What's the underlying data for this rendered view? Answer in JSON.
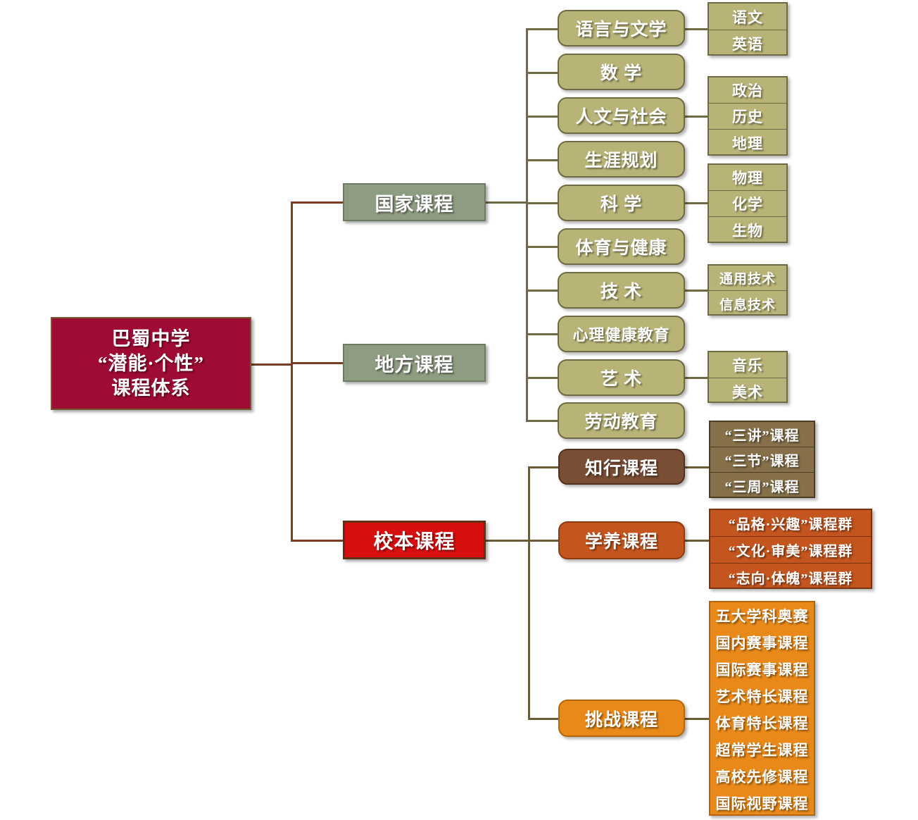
{
  "diagram": {
    "title_lines": [
      "巴蜀中学",
      "“潜能·个性”",
      "课程体系"
    ],
    "root_label": "巴蜀中学\n“潜能·个性”\n课程体系",
    "colors": {
      "root": "#9e0b34",
      "level2_green": "#8e9c82",
      "level2_red": "#d80f0f",
      "category_olive": "#b8b478",
      "category_brown": "#7a4d35",
      "category_rust": "#c4551f",
      "category_orange": "#e8891a",
      "connector": "#7a3c22",
      "connector_olive": "#6f6a43"
    },
    "branches": [
      {
        "id": "national",
        "label": "国家课程"
      },
      {
        "id": "local",
        "label": "地方课程"
      },
      {
        "id": "school",
        "label": "校本课程"
      }
    ],
    "national_categories": [
      {
        "label": "语言与文学",
        "leaves": [
          "语文",
          "英语"
        ]
      },
      {
        "label": "数 学",
        "leaves": []
      },
      {
        "label": "人文与社会",
        "leaves": [
          "政治",
          "历史",
          "地理"
        ]
      },
      {
        "label": "生涯规划",
        "leaves": []
      },
      {
        "label": "科 学",
        "leaves": [
          "物理",
          "化学",
          "生物"
        ]
      },
      {
        "label": "体育与健康",
        "leaves": []
      },
      {
        "label": "技 术",
        "leaves": [
          "通用技术",
          "信息技术"
        ]
      },
      {
        "label": "心理健康教育",
        "leaves": []
      },
      {
        "label": "艺 术",
        "leaves": [
          "音乐",
          "美术"
        ]
      },
      {
        "label": "劳动教育",
        "leaves": []
      }
    ],
    "school_categories": [
      {
        "label": "知行课程",
        "leaves": [
          "“三讲”课程",
          "“三节”课程",
          "“三周”课程"
        ]
      },
      {
        "label": "学养课程",
        "leaves": [
          "“品格·兴趣”课程群",
          "“文化·审美”课程群",
          "“志向·体魄”课程群"
        ]
      },
      {
        "label": "挑战课程",
        "leaves": [
          "五大学科奥赛",
          "国内赛事课程",
          "国际赛事课程",
          "艺术特长课程",
          "体育特长课程",
          "超常学生课程",
          "高校先修课程",
          "国际视野课程"
        ]
      }
    ]
  }
}
